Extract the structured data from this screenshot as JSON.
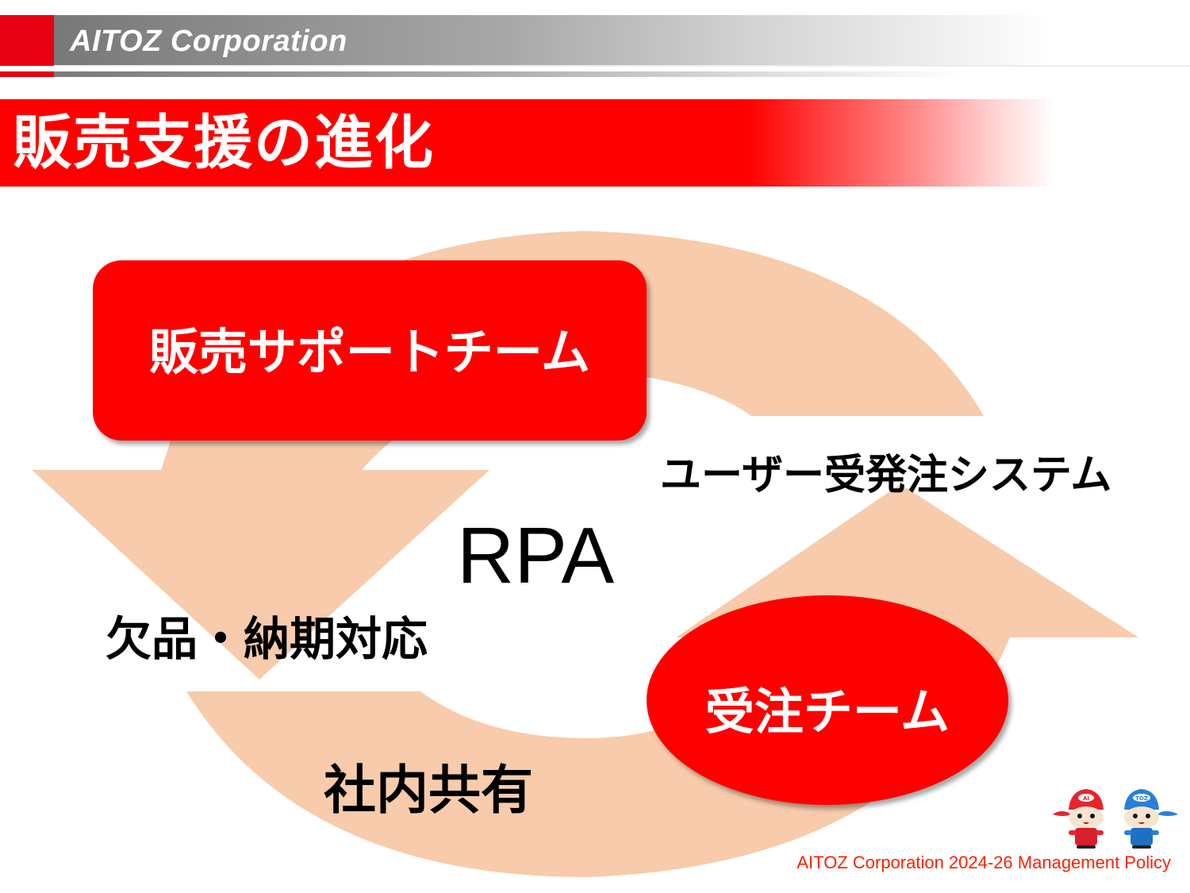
{
  "header": {
    "logo_text": "AITOZ Corporation",
    "brand_color": "#e60012"
  },
  "slide": {
    "title": "販売支援の進化",
    "title_bar_color": "#ff0000"
  },
  "diagram": {
    "cycle_color": "#f7cbab",
    "node_color": "#ff0000",
    "nodes": {
      "sales_support_team": "販売サポートチーム",
      "order_team": "受注チーム"
    },
    "labels": {
      "user_order_system": "ユーザー受発注システム",
      "center": "RPA",
      "shortage_delivery": "欠品・納期対応",
      "internal_sharing": "社内共有"
    }
  },
  "mascots": {
    "left": {
      "cap_text": "AI",
      "color": "#e8242c"
    },
    "right": {
      "cap_text": "TOZ",
      "color": "#2a7fd6"
    }
  },
  "footer": {
    "text": "AITOZ Corporation 2024-26 Management Policy",
    "color": "#ff2000"
  }
}
